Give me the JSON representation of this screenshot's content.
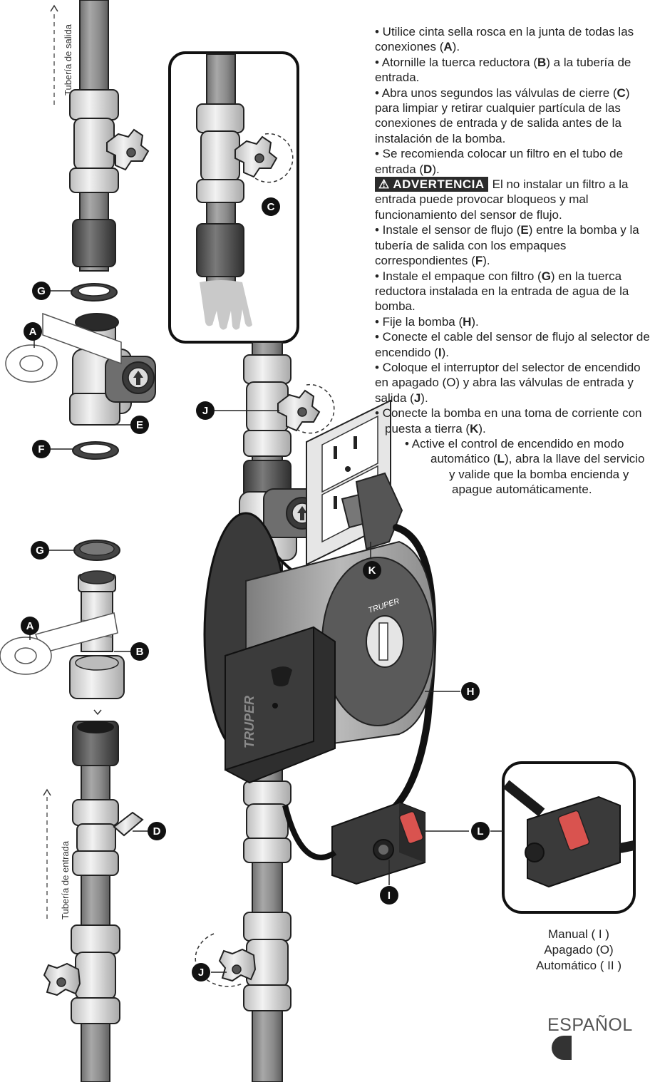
{
  "pipe_labels": {
    "outlet": "Tubería de salida",
    "inlet": "Tubería de entrada"
  },
  "callouts": [
    "A",
    "B",
    "C",
    "D",
    "E",
    "F",
    "G",
    "H",
    "I",
    "J",
    "K",
    "L"
  ],
  "brand": "TRUPER",
  "instructions": {
    "s1_a": "• Utilice cinta sella rosca en la junta de todas las conexiones (",
    "s1_k": "A",
    "s1_b": ").",
    "s2_a": "• Atornille la tuerca reductora (",
    "s2_k": "B",
    "s2_b": ") a la tubería de entrada.",
    "s3_a": "• Abra unos segundos las válvulas de cierre (",
    "s3_k": "C",
    "s3_b": ") para limpiar y retirar cualquier partícula de las conexiones de entrada y de salida antes de la instalación de la bomba.",
    "s4_a": "• Se recomienda colocar un filtro en el tubo de entrada (",
    "s4_k": "D",
    "s4_b": ").",
    "warn_label": "⚠ ADVERTENCIA",
    "warn_text": "El no instalar un filtro a la entrada puede provocar bloqueos y mal funcionamiento del sensor de flujo.",
    "s5_a": "• Instale el sensor de flujo (",
    "s5_k": "E",
    "s5_b": ") entre la bomba y la tubería de salida con los empaques correspondientes (",
    "s5_k2": "F",
    "s5_c": ").",
    "s6_a": "• Instale el empaque con filtro (",
    "s6_k": "G",
    "s6_b": ") en la tuerca reductora instalada en la entrada de agua de la bomba.",
    "s7_a": "• Fije la bomba (",
    "s7_k": "H",
    "s7_b": ").",
    "s8_a": "• Conecte el cable del sensor de flujo al selector de encendido (",
    "s8_k": "I",
    "s8_b": ").",
    "s9_a": "• Coloque el interruptor del selector de encendido en apagado (O) y abra las válvulas de entrada y salida (",
    "s9_k": "J",
    "s9_b": ").",
    "s10_a": "• Conecte la bomba en una toma de corriente con",
    "s10_b": "puesta a tierra (",
    "s10_k": "K",
    "s10_c": ").",
    "s11_a": "• Active el control de encendido en modo",
    "s11_b": "automático (",
    "s11_k": "L",
    "s11_c": "), abra la llave del servicio",
    "s11_d": "y valide que la bomba encienda y",
    "s11_e": "apague automáticamente."
  },
  "switch_legend": {
    "manual": "Manual ( I )",
    "off": "Apagado (O)",
    "auto": "Automático ( II )"
  },
  "footer": {
    "language": "ESPAÑOL"
  }
}
